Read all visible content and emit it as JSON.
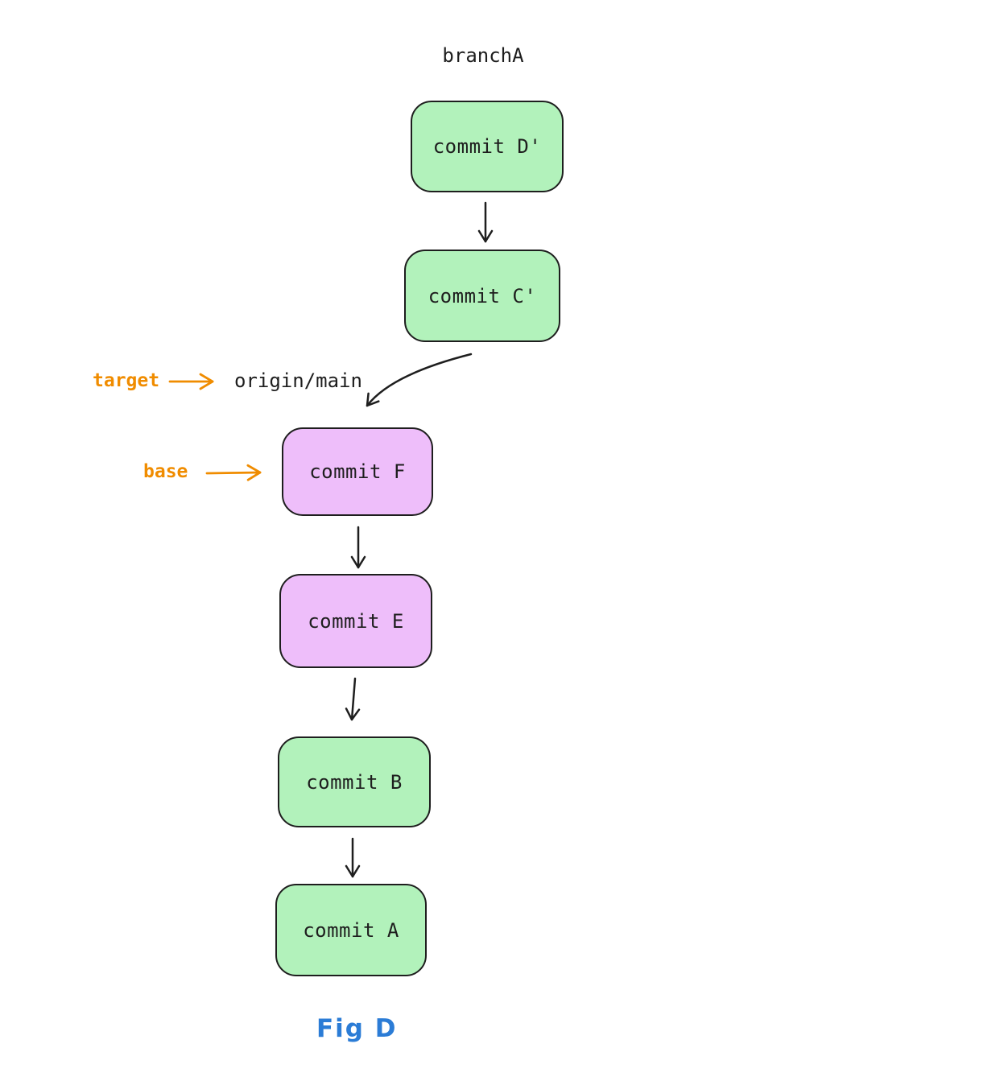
{
  "diagram": {
    "branch_label": "branchA",
    "ref_label": "origin/main",
    "annotations": {
      "target_label": "target",
      "base_label": "base"
    },
    "nodes": [
      {
        "id": "commit-d-prime",
        "label": "commit D'",
        "fill": "green"
      },
      {
        "id": "commit-c-prime",
        "label": "commit C'",
        "fill": "green"
      },
      {
        "id": "commit-f",
        "label": "commit F",
        "fill": "violet"
      },
      {
        "id": "commit-e",
        "label": "commit E",
        "fill": "violet"
      },
      {
        "id": "commit-b",
        "label": "commit B",
        "fill": "green"
      },
      {
        "id": "commit-a",
        "label": "commit A",
        "fill": "green"
      }
    ],
    "fig_label": "Fig D",
    "colors": {
      "green_fill": "#b2f2bb",
      "violet_fill": "#eebefa",
      "stroke": "#1e1e1e",
      "accent_orange": "#f08c00",
      "fig_blue": "#2b7cd6",
      "canvas_bg": "#ffffff"
    }
  }
}
